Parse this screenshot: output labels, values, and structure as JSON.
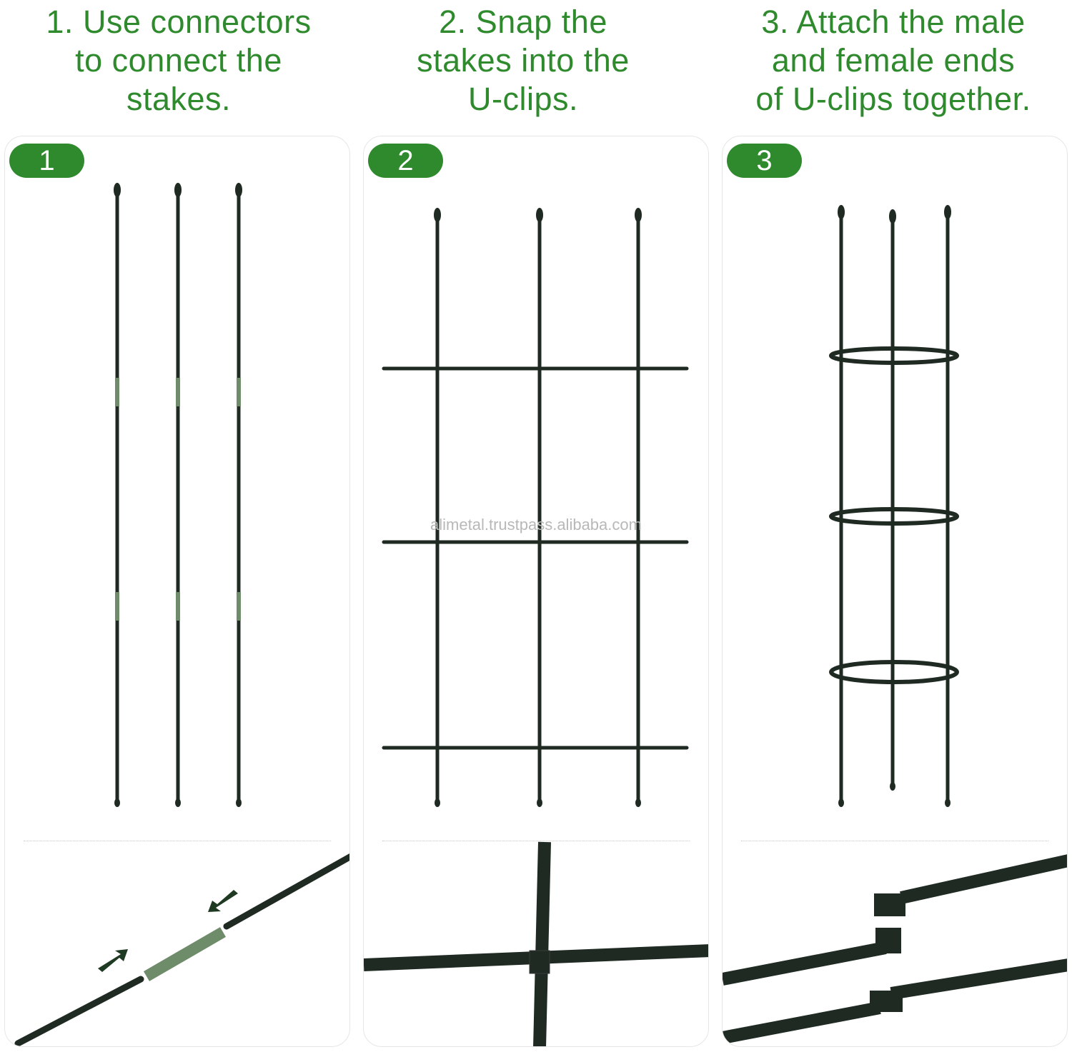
{
  "steps": [
    {
      "heading": "1. Use connectors\nto connect the\nstakes.",
      "badge": "1"
    },
    {
      "heading": "2. Snap the\nstakes into the\nU-clips.",
      "badge": "2"
    },
    {
      "heading": "3. Attach the male\nand female ends\nof U-clips together.",
      "badge": "3"
    }
  ],
  "watermark": "alimetal.trustpass.alibaba.com",
  "colors": {
    "brand_green": "#2f8a2e",
    "stake": "#1f2a23",
    "connector": "#6e8b6a"
  }
}
